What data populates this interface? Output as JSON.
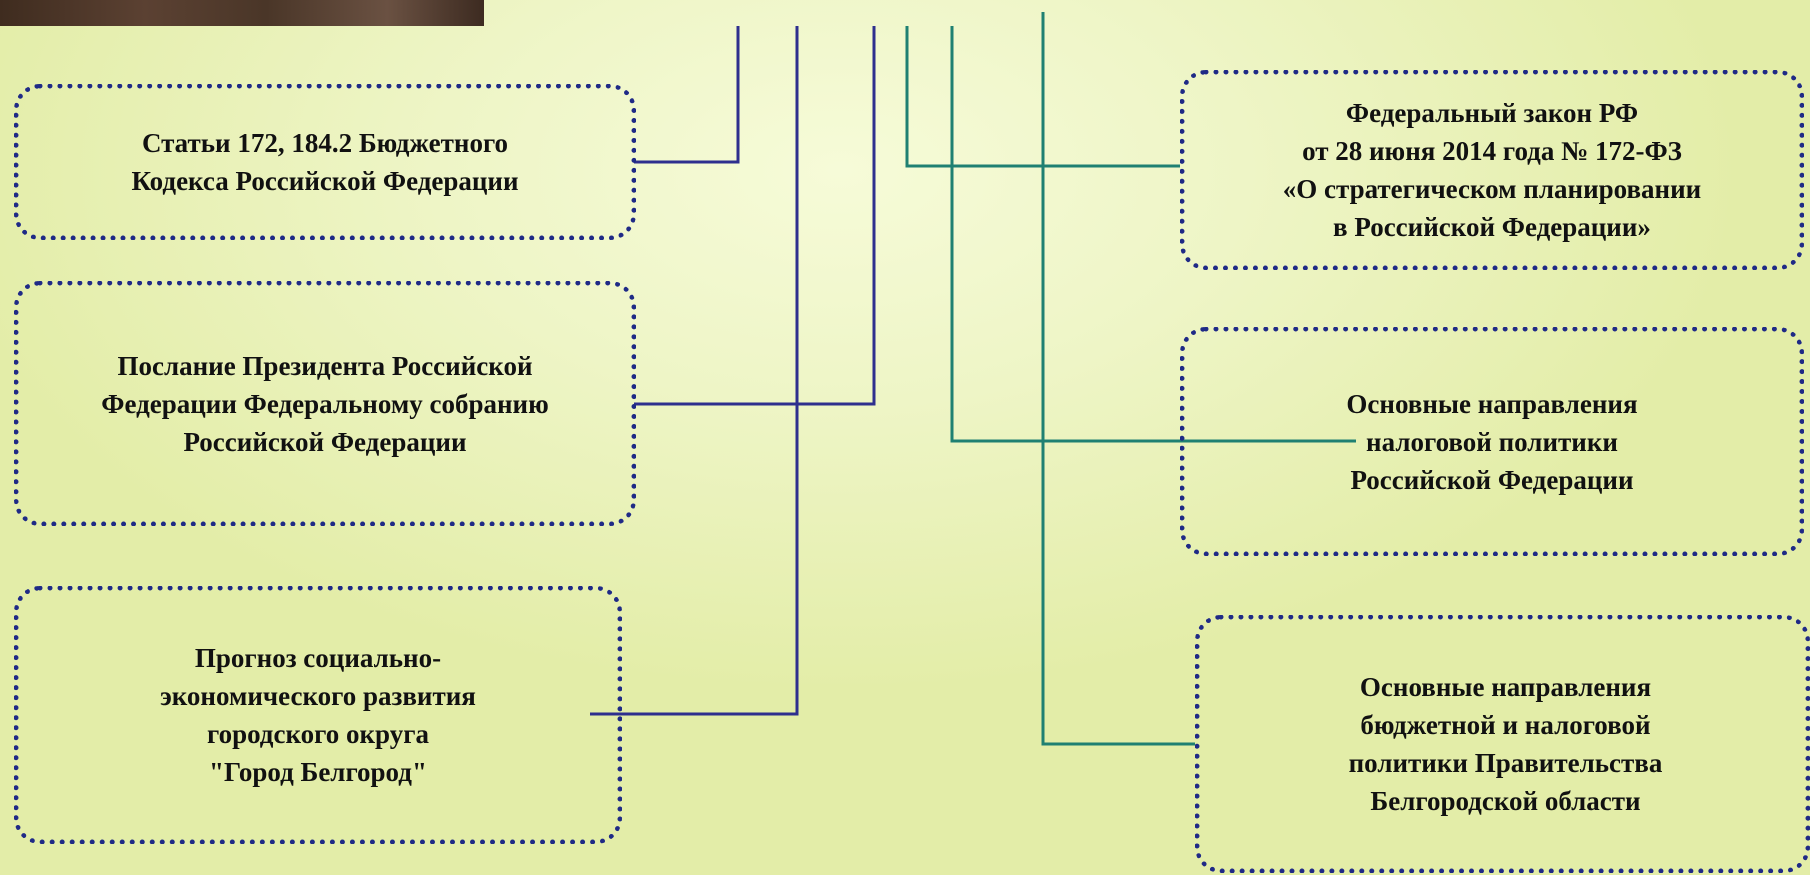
{
  "diagram": {
    "line_colors": {
      "left_connectors": "#2e2f8e",
      "right_connectors": "#1f8072"
    },
    "box_border_color": "#1f2a86",
    "left_boxes": [
      {
        "label": "Статьи 172, 184.2 Бюджетного\nКодекса Российской Федерации"
      },
      {
        "label": "Послание Президента Российской\nФедерации Федеральному собранию\nРоссийской Федерации"
      },
      {
        "label": "Прогноз социально-\nэкономического развития\nгородского округа\n\"Город Белгород\""
      }
    ],
    "right_boxes": [
      {
        "label": "Федеральный закон РФ\nот 28 июня 2014 года № 172-ФЗ\n«О стратегическом планировании\nв Российской Федерации»"
      },
      {
        "label": "Основные направления\nналоговой политики\nРоссийской Федерации"
      },
      {
        "label": "Основные направления\nбюджетной и налоговой\nполитики Правительства\nБелгородской области"
      }
    ]
  }
}
